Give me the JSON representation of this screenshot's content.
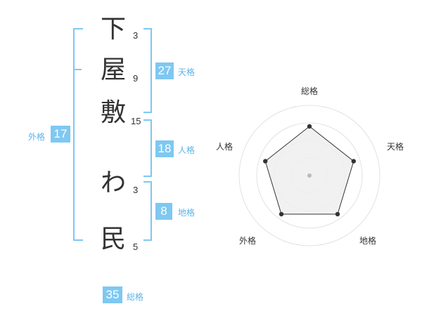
{
  "name_chars": [
    {
      "char": "下",
      "strokes": "3"
    },
    {
      "char": "屋",
      "strokes": "9"
    },
    {
      "char": "敷",
      "strokes": "15"
    },
    {
      "char": "わ",
      "strokes": "3"
    },
    {
      "char": "民",
      "strokes": "5"
    }
  ],
  "fortune": {
    "tenkaku": {
      "value": "27",
      "label": "天格"
    },
    "jinkaku": {
      "value": "18",
      "label": "人格"
    },
    "chikaku": {
      "value": "8",
      "label": "地格"
    },
    "gaikaku": {
      "value": "17",
      "label": "外格"
    },
    "soukaku": {
      "value": "35",
      "label": "総格"
    }
  },
  "chart_data": {
    "type": "radar",
    "axes": [
      "総格",
      "天格",
      "地格",
      "外格",
      "人格"
    ],
    "values": [
      3.5,
      3.3,
      3.4,
      3.4,
      3.3
    ],
    "max": 5,
    "rings": 4,
    "colors": {
      "fill": "#efefef",
      "line": "#333333",
      "ring": "#e2e2e2",
      "center": "#bbbbbb"
    }
  },
  "colors": {
    "accent": "#7ec8f2",
    "accent_text": "#5ab4ea"
  }
}
